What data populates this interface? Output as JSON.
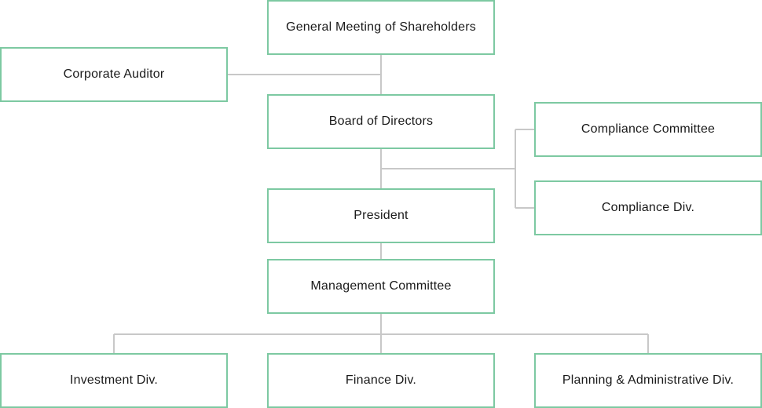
{
  "org_chart": {
    "nodes": {
      "shareholders": "General Meeting of Shareholders",
      "corporate_auditor": "Corporate Auditor",
      "board_of_directors": "Board of Directors",
      "compliance_committee": "Compliance Committee",
      "compliance_div": "Compliance Div.",
      "president": "President",
      "management_committee": "Management Committee",
      "investment_div": "Investment Div.",
      "finance_div": "Finance Div.",
      "planning_admin_div": "Planning & Administrative Div."
    },
    "colors": {
      "box_border": "#7dc9a2",
      "connector": "#c8c8c8",
      "text": "#1a1a1a"
    }
  }
}
